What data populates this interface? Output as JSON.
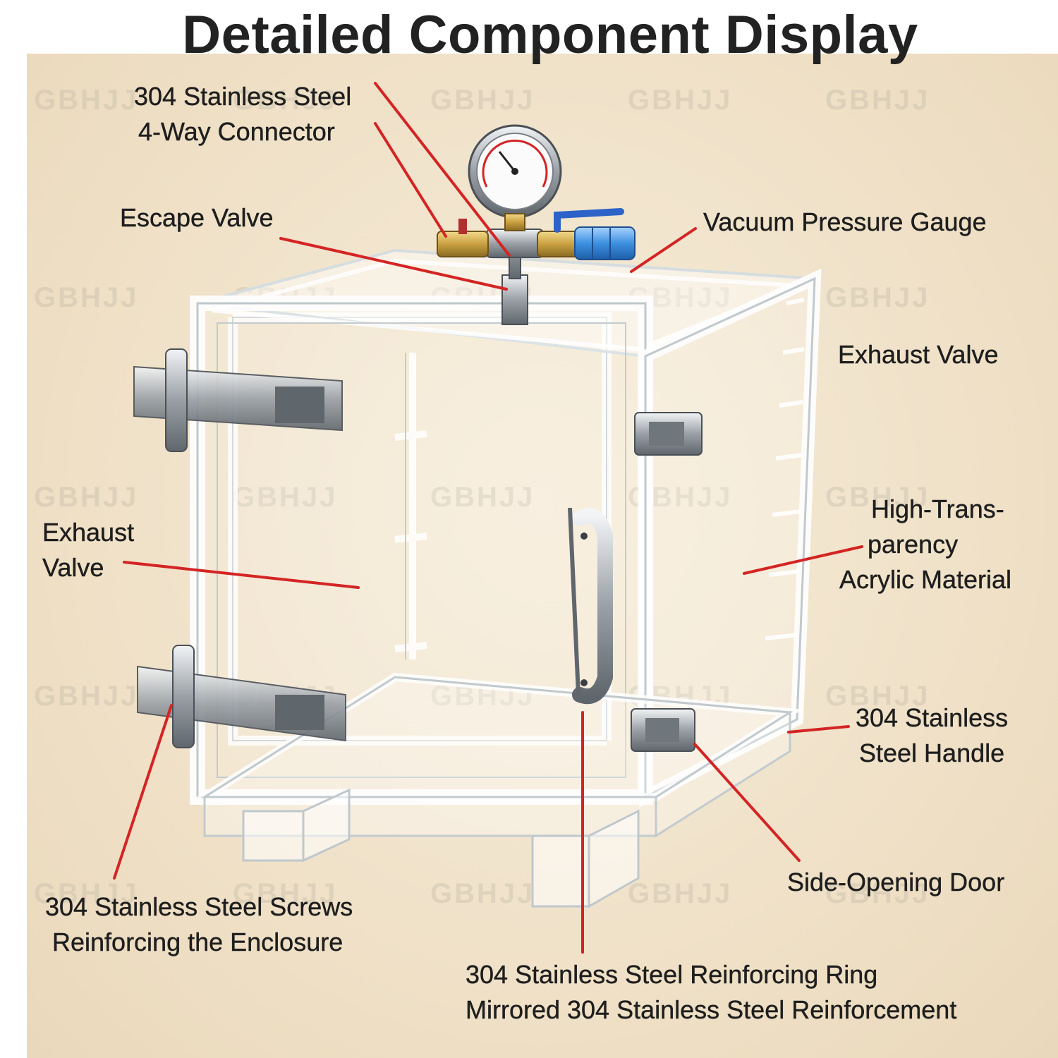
{
  "title": "Detailed Component Display",
  "watermark": "GBHJJ",
  "colors": {
    "background": "#f0e2c9",
    "leader": "#d42424",
    "title": "#222222",
    "steel": "#9aa0a6",
    "brass": "#c9a041",
    "acrylic_edge": "#dfe7ea",
    "filter_blue": "#3d8fe0"
  },
  "labels": {
    "connector": [
      "304 Stainless Steel",
      "4-Way Connector"
    ],
    "escape_valve": "Escape Valve",
    "gauge": "Vacuum Pressure Gauge",
    "exhaust_valve_right": "Exhaust Valve",
    "exhaust_valve_left": [
      "Exhaust",
      "Valve"
    ],
    "acrylic": [
      "High-Trans-",
      "parency",
      "Acrylic Material"
    ],
    "handle": [
      "304 Stainless",
      "Steel Handle"
    ],
    "door": "Side-Opening Door",
    "screws": [
      "304 Stainless Steel Screws",
      "Reinforcing the Enclosure"
    ],
    "ring": [
      "304 Stainless Steel Reinforcing Ring",
      "Mirrored 304 Stainless Steel Reinforcement"
    ]
  }
}
